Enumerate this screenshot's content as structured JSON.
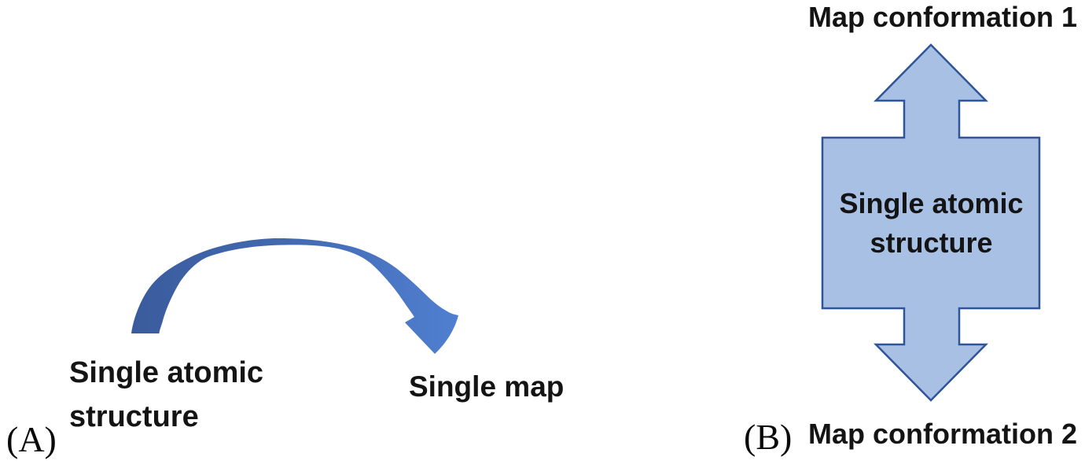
{
  "colors": {
    "arrow_gradient_start": "#3a5c9d",
    "arrow_gradient_end": "#5080d2",
    "shape_fill": "#a8c0e4",
    "shape_stroke": "#2e5597",
    "text": "#141414"
  },
  "panel_a": {
    "label": "(A)",
    "source_text": "Single atomic structure",
    "target_text": "Single map"
  },
  "panel_b": {
    "label": "(B)",
    "top_text": "Map conformation 1",
    "center_text": "Single atomic structure",
    "bottom_text": "Map conformation 2"
  }
}
